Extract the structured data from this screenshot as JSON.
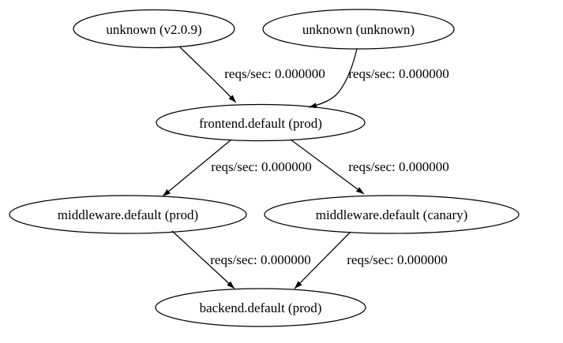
{
  "diagram": {
    "type": "service-dependency-graph",
    "background_color": "#ffffff",
    "stroke_color": "#000000",
    "text_color": "#000000",
    "nodes": [
      {
        "label": "unknown (v2.0.9)"
      },
      {
        "label": "unknown (unknown)"
      },
      {
        "label": "frontend.default (prod)"
      },
      {
        "label": "middleware.default (prod)"
      },
      {
        "label": "middleware.default (canary)"
      },
      {
        "label": "backend.default (prod)"
      }
    ],
    "edges": [
      {
        "from": "unknown (v2.0.9)",
        "to": "frontend.default (prod)",
        "label": "reqs/sec: 0.000000"
      },
      {
        "from": "unknown (unknown)",
        "to": "frontend.default (prod)",
        "label": "reqs/sec: 0.000000"
      },
      {
        "from": "frontend.default (prod)",
        "to": "middleware.default (prod)",
        "label": "reqs/sec: 0.000000"
      },
      {
        "from": "frontend.default (prod)",
        "to": "middleware.default (canary)",
        "label": "reqs/sec: 0.000000"
      },
      {
        "from": "middleware.default (prod)",
        "to": "backend.default (prod)",
        "label": "reqs/sec: 0.000000"
      },
      {
        "from": "middleware.default (canary)",
        "to": "backend.default (prod)",
        "label": "reqs/sec: 0.000000"
      }
    ]
  }
}
